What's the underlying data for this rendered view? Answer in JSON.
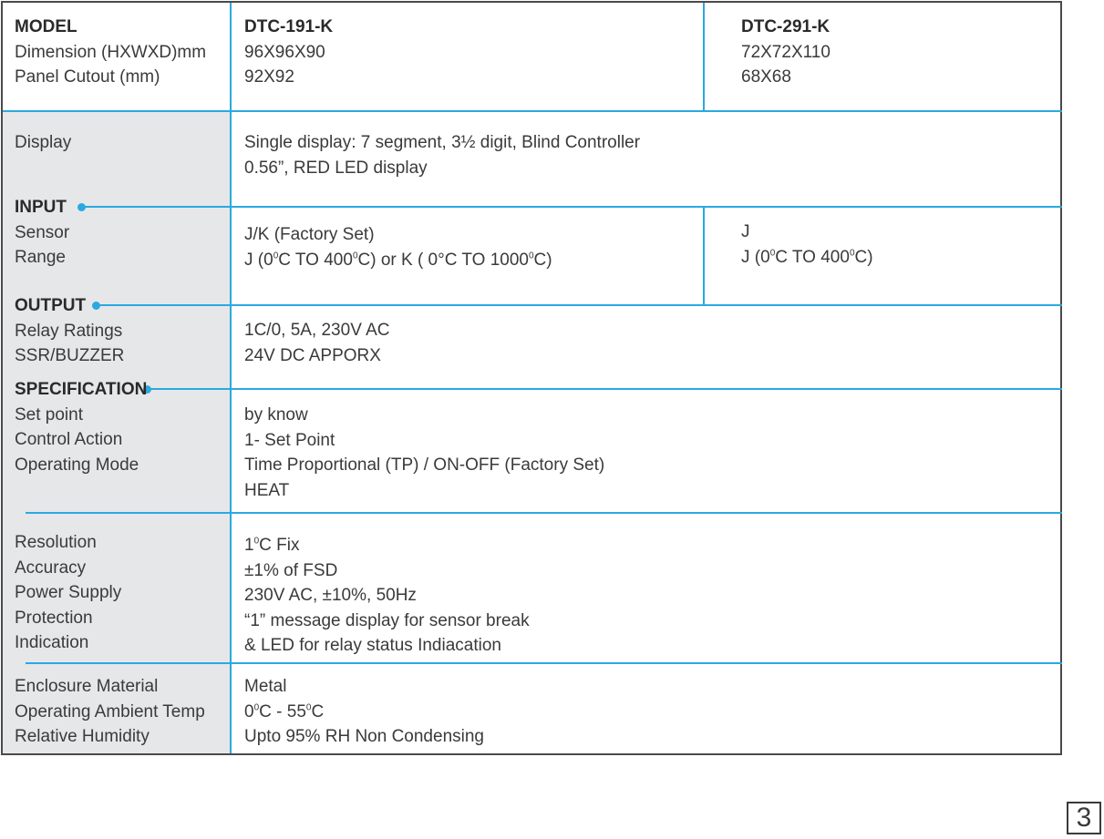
{
  "header": {
    "labels": [
      "MODEL",
      "Dimension (HXWXD)mm",
      "Panel Cutout (mm)"
    ],
    "model_a": {
      "name": "DTC-191-K",
      "dimension": "96X96X90",
      "cutout": "92X92"
    },
    "model_b": {
      "name": "DTC-291-K",
      "dimension": "72X72X110",
      "cutout": "68X68"
    }
  },
  "display": {
    "label": "Display",
    "line1": "Single display: 7 segment, 3½ digit, Blind Controller",
    "line2": "0.56”, RED LED display"
  },
  "input": {
    "heading": "INPUT",
    "labels": [
      "Sensor",
      "Range"
    ],
    "a_sensor": "J/K (Factory Set)",
    "a_range": {
      "p1": "J (0",
      "p2": "C TO 400",
      "p3": "C) or K ( 0°C TO 1000",
      "p4": "C)"
    },
    "b_sensor": "J",
    "b_range": {
      "p1": "J (0",
      "p2": "C TO 400",
      "p3": "C)"
    },
    "sup": "0"
  },
  "output": {
    "heading": "OUTPUT",
    "labels": [
      "Relay Ratings",
      "SSR/BUZZER"
    ],
    "values": [
      "1C/0, 5A, 230V AC",
      "24V DC APPORX"
    ]
  },
  "specification": {
    "heading": "SPECIFICATION",
    "labels": [
      "Set point",
      "Control Action",
      "Operating Mode"
    ],
    "values": [
      "by know",
      "1- Set Point",
      "Time Proportional  (TP) / ON-OFF (Factory Set)",
      "HEAT"
    ]
  },
  "performance": {
    "labels": [
      "Resolution",
      "Accuracy",
      "Power Supply",
      "Protection",
      "Indication"
    ],
    "resolution": {
      "p1": "1",
      "p2": "C Fix"
    },
    "values": [
      "±1% of FSD",
      "230V AC, ±10%, 50Hz",
      "“1” message display for sensor break",
      "& LED for relay status Indiacation"
    ]
  },
  "environment": {
    "labels": [
      "Enclosure Material",
      "Operating Ambient Temp",
      "Relative Humidity"
    ],
    "material": "Metal",
    "temp": {
      "p1": "0",
      "p2": "C - 55",
      "p3": "C"
    },
    "humidity": "Upto 95% RH Non Condensing"
  },
  "page_number": "3"
}
